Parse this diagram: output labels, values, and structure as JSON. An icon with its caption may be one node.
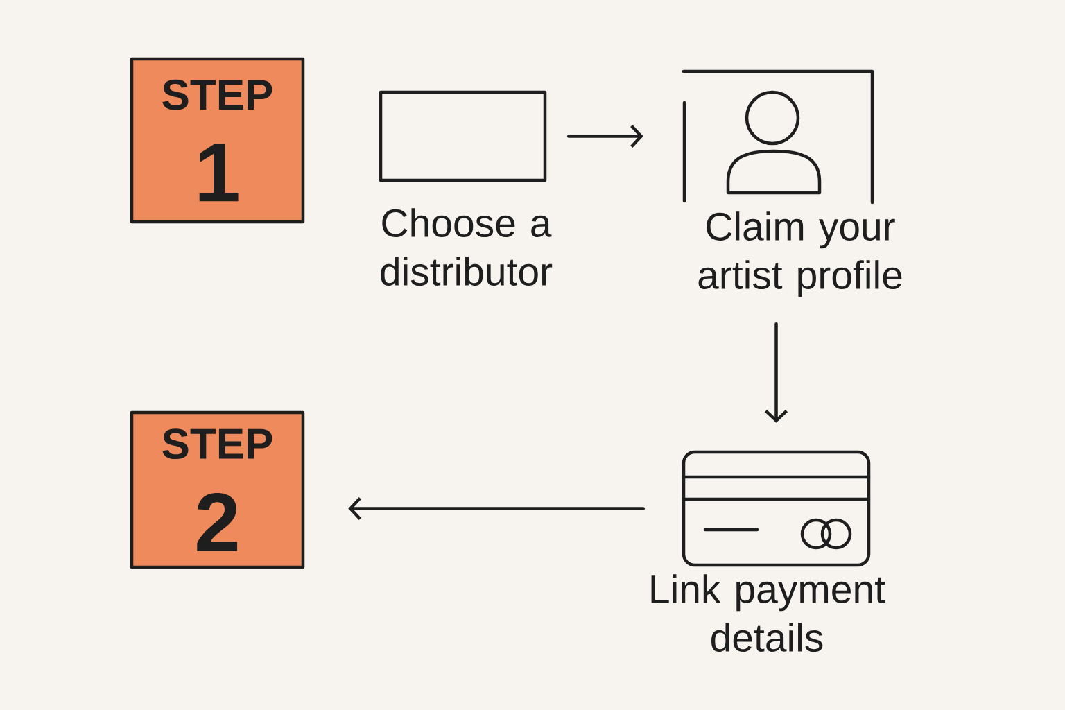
{
  "diagram": {
    "nodes": [
      {
        "text": [
          "STEP",
          "1"
        ]
      },
      {
        "text": [],
        "shape": "box",
        "beside": [
          "Choose a distributor"
        ]
      },
      {
        "text": [],
        "shape": "picture",
        "beside": [
          "Claim your artist profile"
        ]
      },
      {
        "text": [],
        "shape": "picture",
        "beside": [
          "Link payment details"
        ]
      },
      {
        "text": [
          "STEP",
          "2"
        ]
      }
    ],
    "edges": [
      {
        "from": 1,
        "to": 2,
        "arrow": "to"
      },
      {
        "from": 2,
        "to": 3,
        "arrow": "to"
      },
      {
        "from": 3,
        "to": 4,
        "arrow": "to"
      }
    ]
  }
}
